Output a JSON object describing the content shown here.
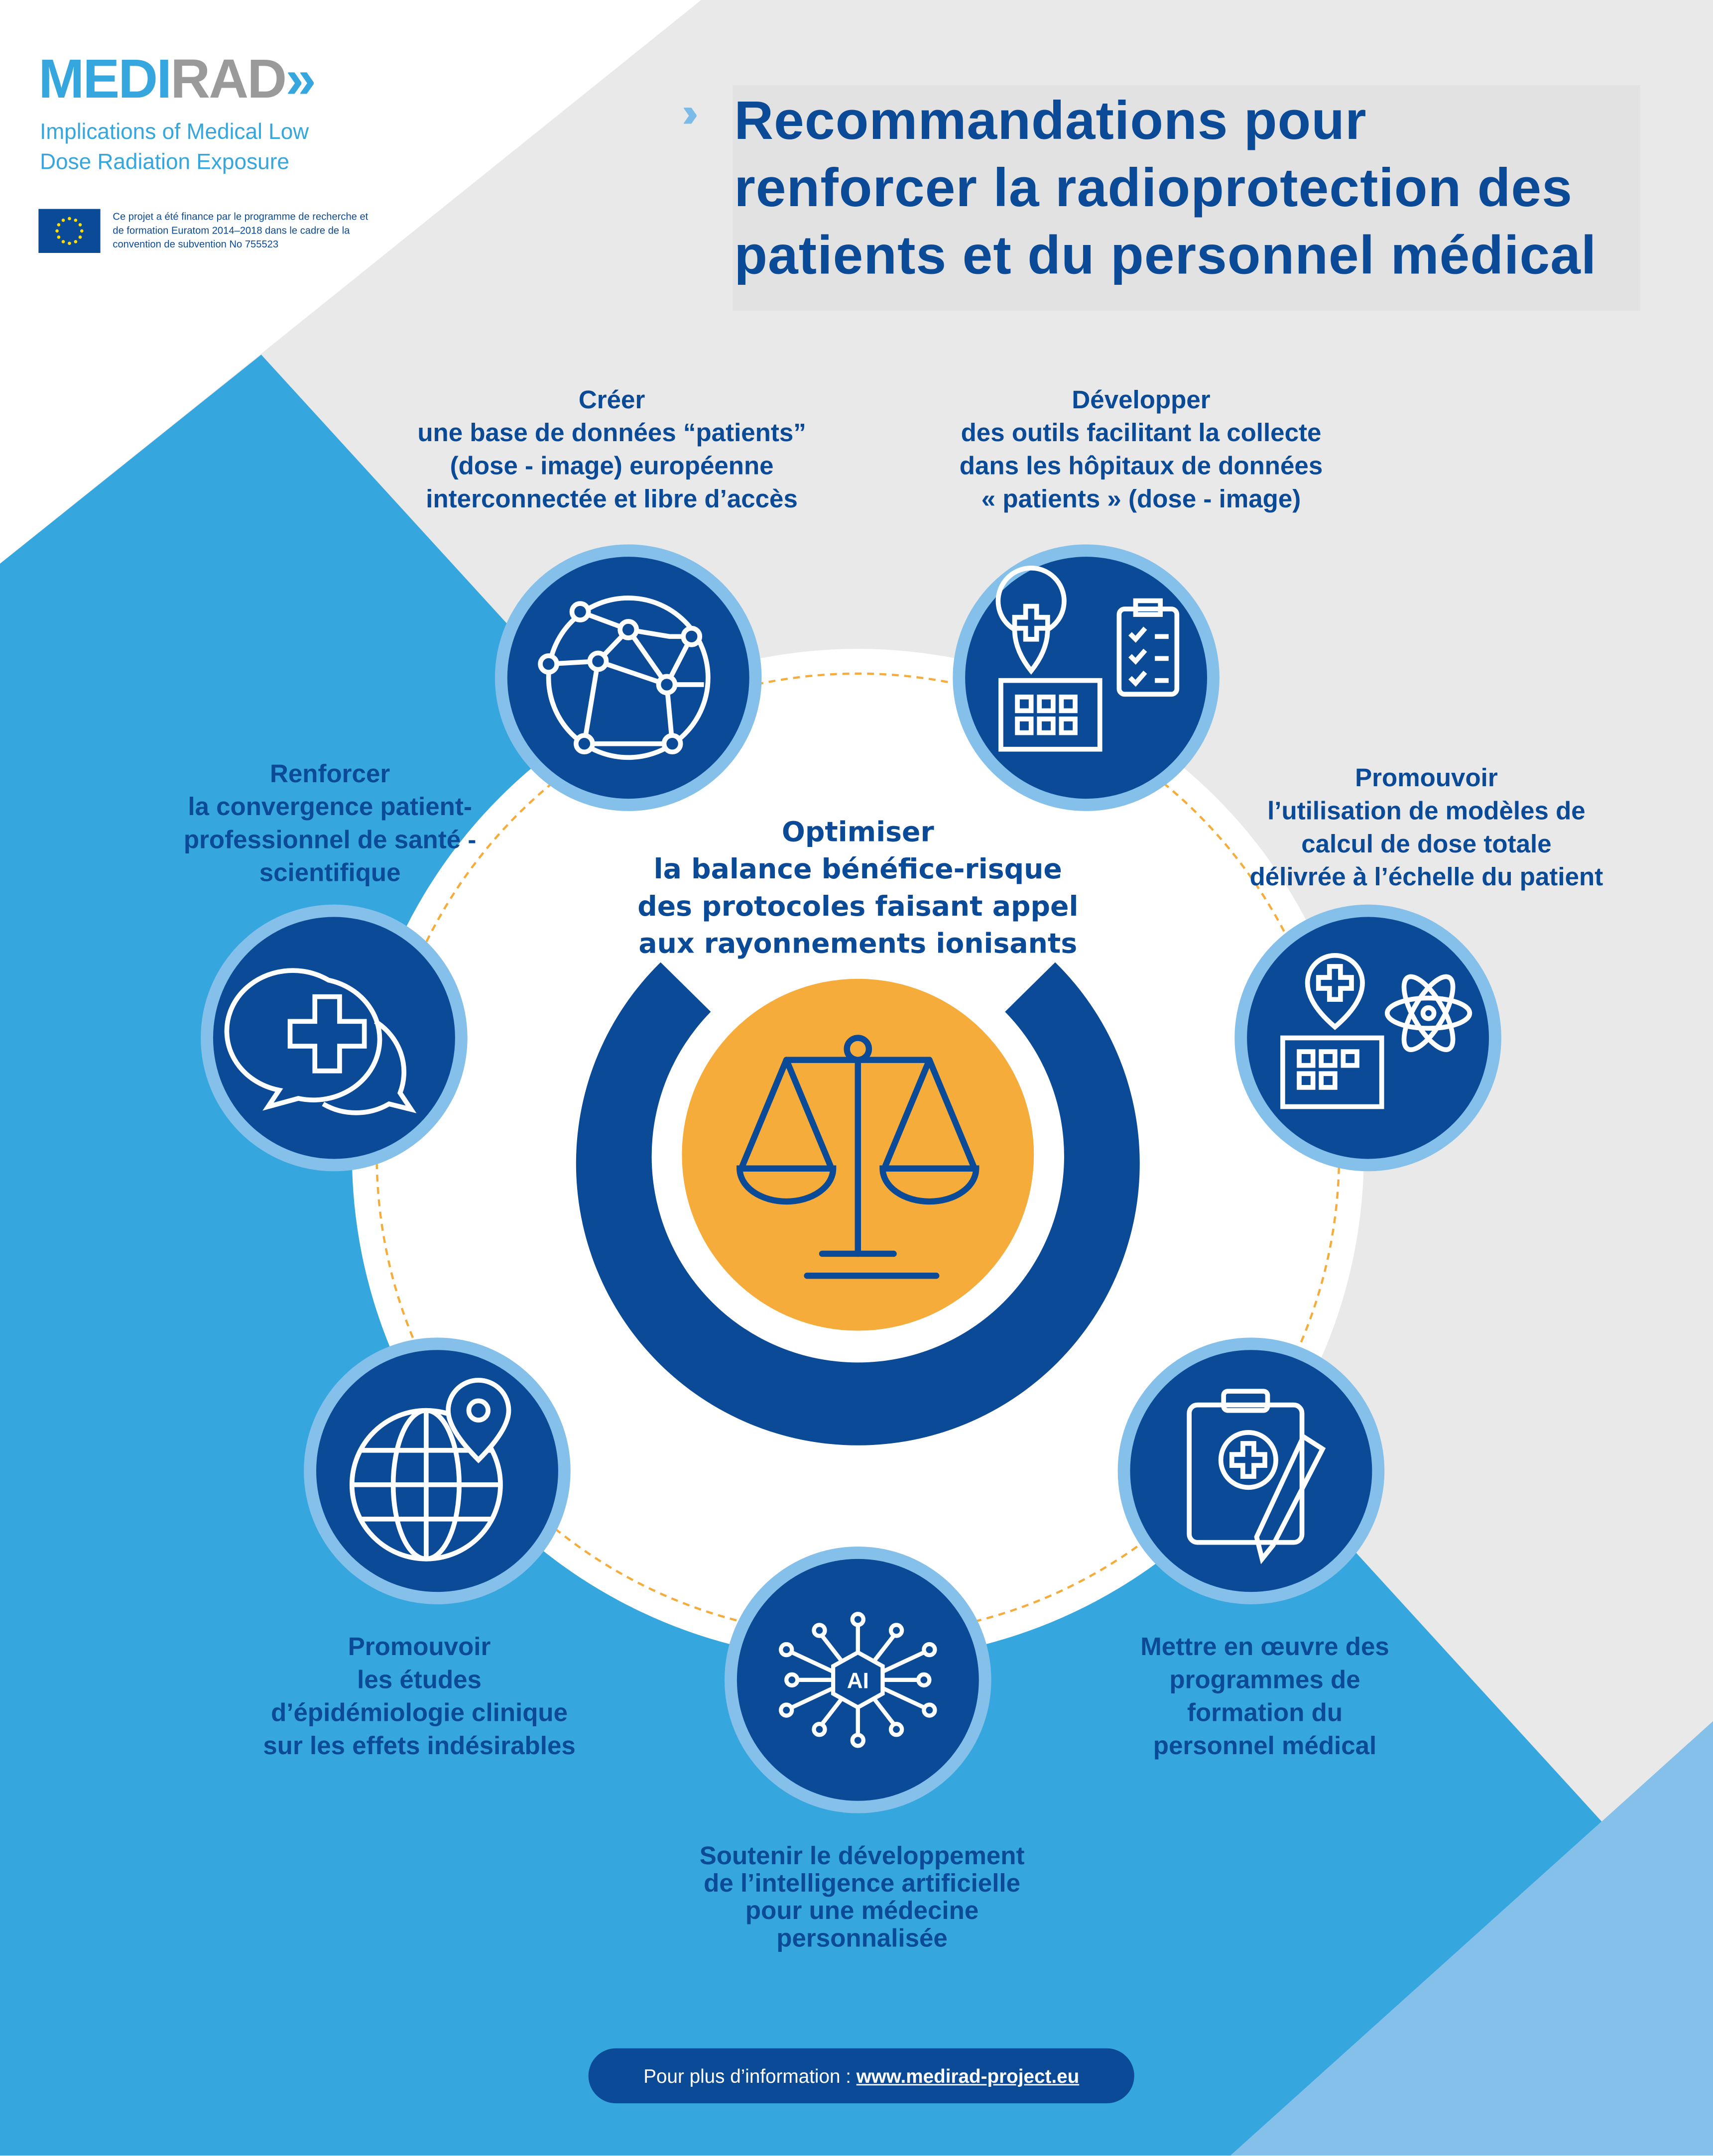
{
  "logo": {
    "part1": "MEDI",
    "part2": "RAD",
    "chevrons": "»",
    "subtitle_line1": "Implications of Medical Low",
    "subtitle_line2": "Dose Radiation Exposure"
  },
  "funding": {
    "line1": "Ce projet a été finance par le programme de recherche et",
    "line2": "de formation Euratom 2014–2018 dans le cadre de la",
    "line3": "convention de subvention No 755523"
  },
  "title": {
    "lines": [
      "Recommandations pour",
      "renforcer la radioprotection des",
      "patients et du personnel médical"
    ]
  },
  "center": {
    "lines": [
      "Optimiser",
      "la balance bénéfice-risque",
      "des protocoles faisant appel",
      "aux rayonnements ionisants"
    ]
  },
  "recommendations": [
    {
      "icon": "network-globe-icon",
      "lines": [
        "Créer",
        "une base de données “patients”",
        "(dose - image) européenne",
        "interconnectée et libre d’accès"
      ]
    },
    {
      "icon": "hospital-clipboard-icon",
      "lines": [
        "Développer",
        "des outils facilitant la collecte",
        "dans les hôpitaux de données",
        "« patients » (dose - image)"
      ]
    },
    {
      "icon": "hospital-atom-icon",
      "lines": [
        "Promouvoir",
        "l’utilisation de modèles de",
        "calcul de dose totale",
        "délivrée à l’échelle du patient"
      ]
    },
    {
      "icon": "clipboard-pencil-icon",
      "lines": [
        "Mettre en œuvre des",
        "programmes de",
        "formation du",
        "personnel médical"
      ]
    },
    {
      "icon": "ai-chip-icon",
      "lines": [
        "Soutenir le développement",
        "de l’intelligence artificielle",
        "pour une médecine",
        "personnalisée"
      ]
    },
    {
      "icon": "globe-pin-icon",
      "lines": [
        "Promouvoir",
        "les études",
        "d’épidémiologie clinique",
        "sur les effets indésirables"
      ]
    },
    {
      "icon": "medical-chat-icon",
      "lines": [
        "Renforcer",
        "la convergence  patient-",
        "professionnel de santé -",
        "scientifique"
      ]
    }
  ],
  "footer": {
    "text": "Pour plus d’information : ",
    "link": "www.medirad-project.eu"
  },
  "colors": {
    "dark_blue": "#0b4a96",
    "mid_blue": "#35a7de",
    "light_blue": "#85c0ea",
    "orange": "#f5ac3a",
    "grey": "#e9e9e9"
  }
}
